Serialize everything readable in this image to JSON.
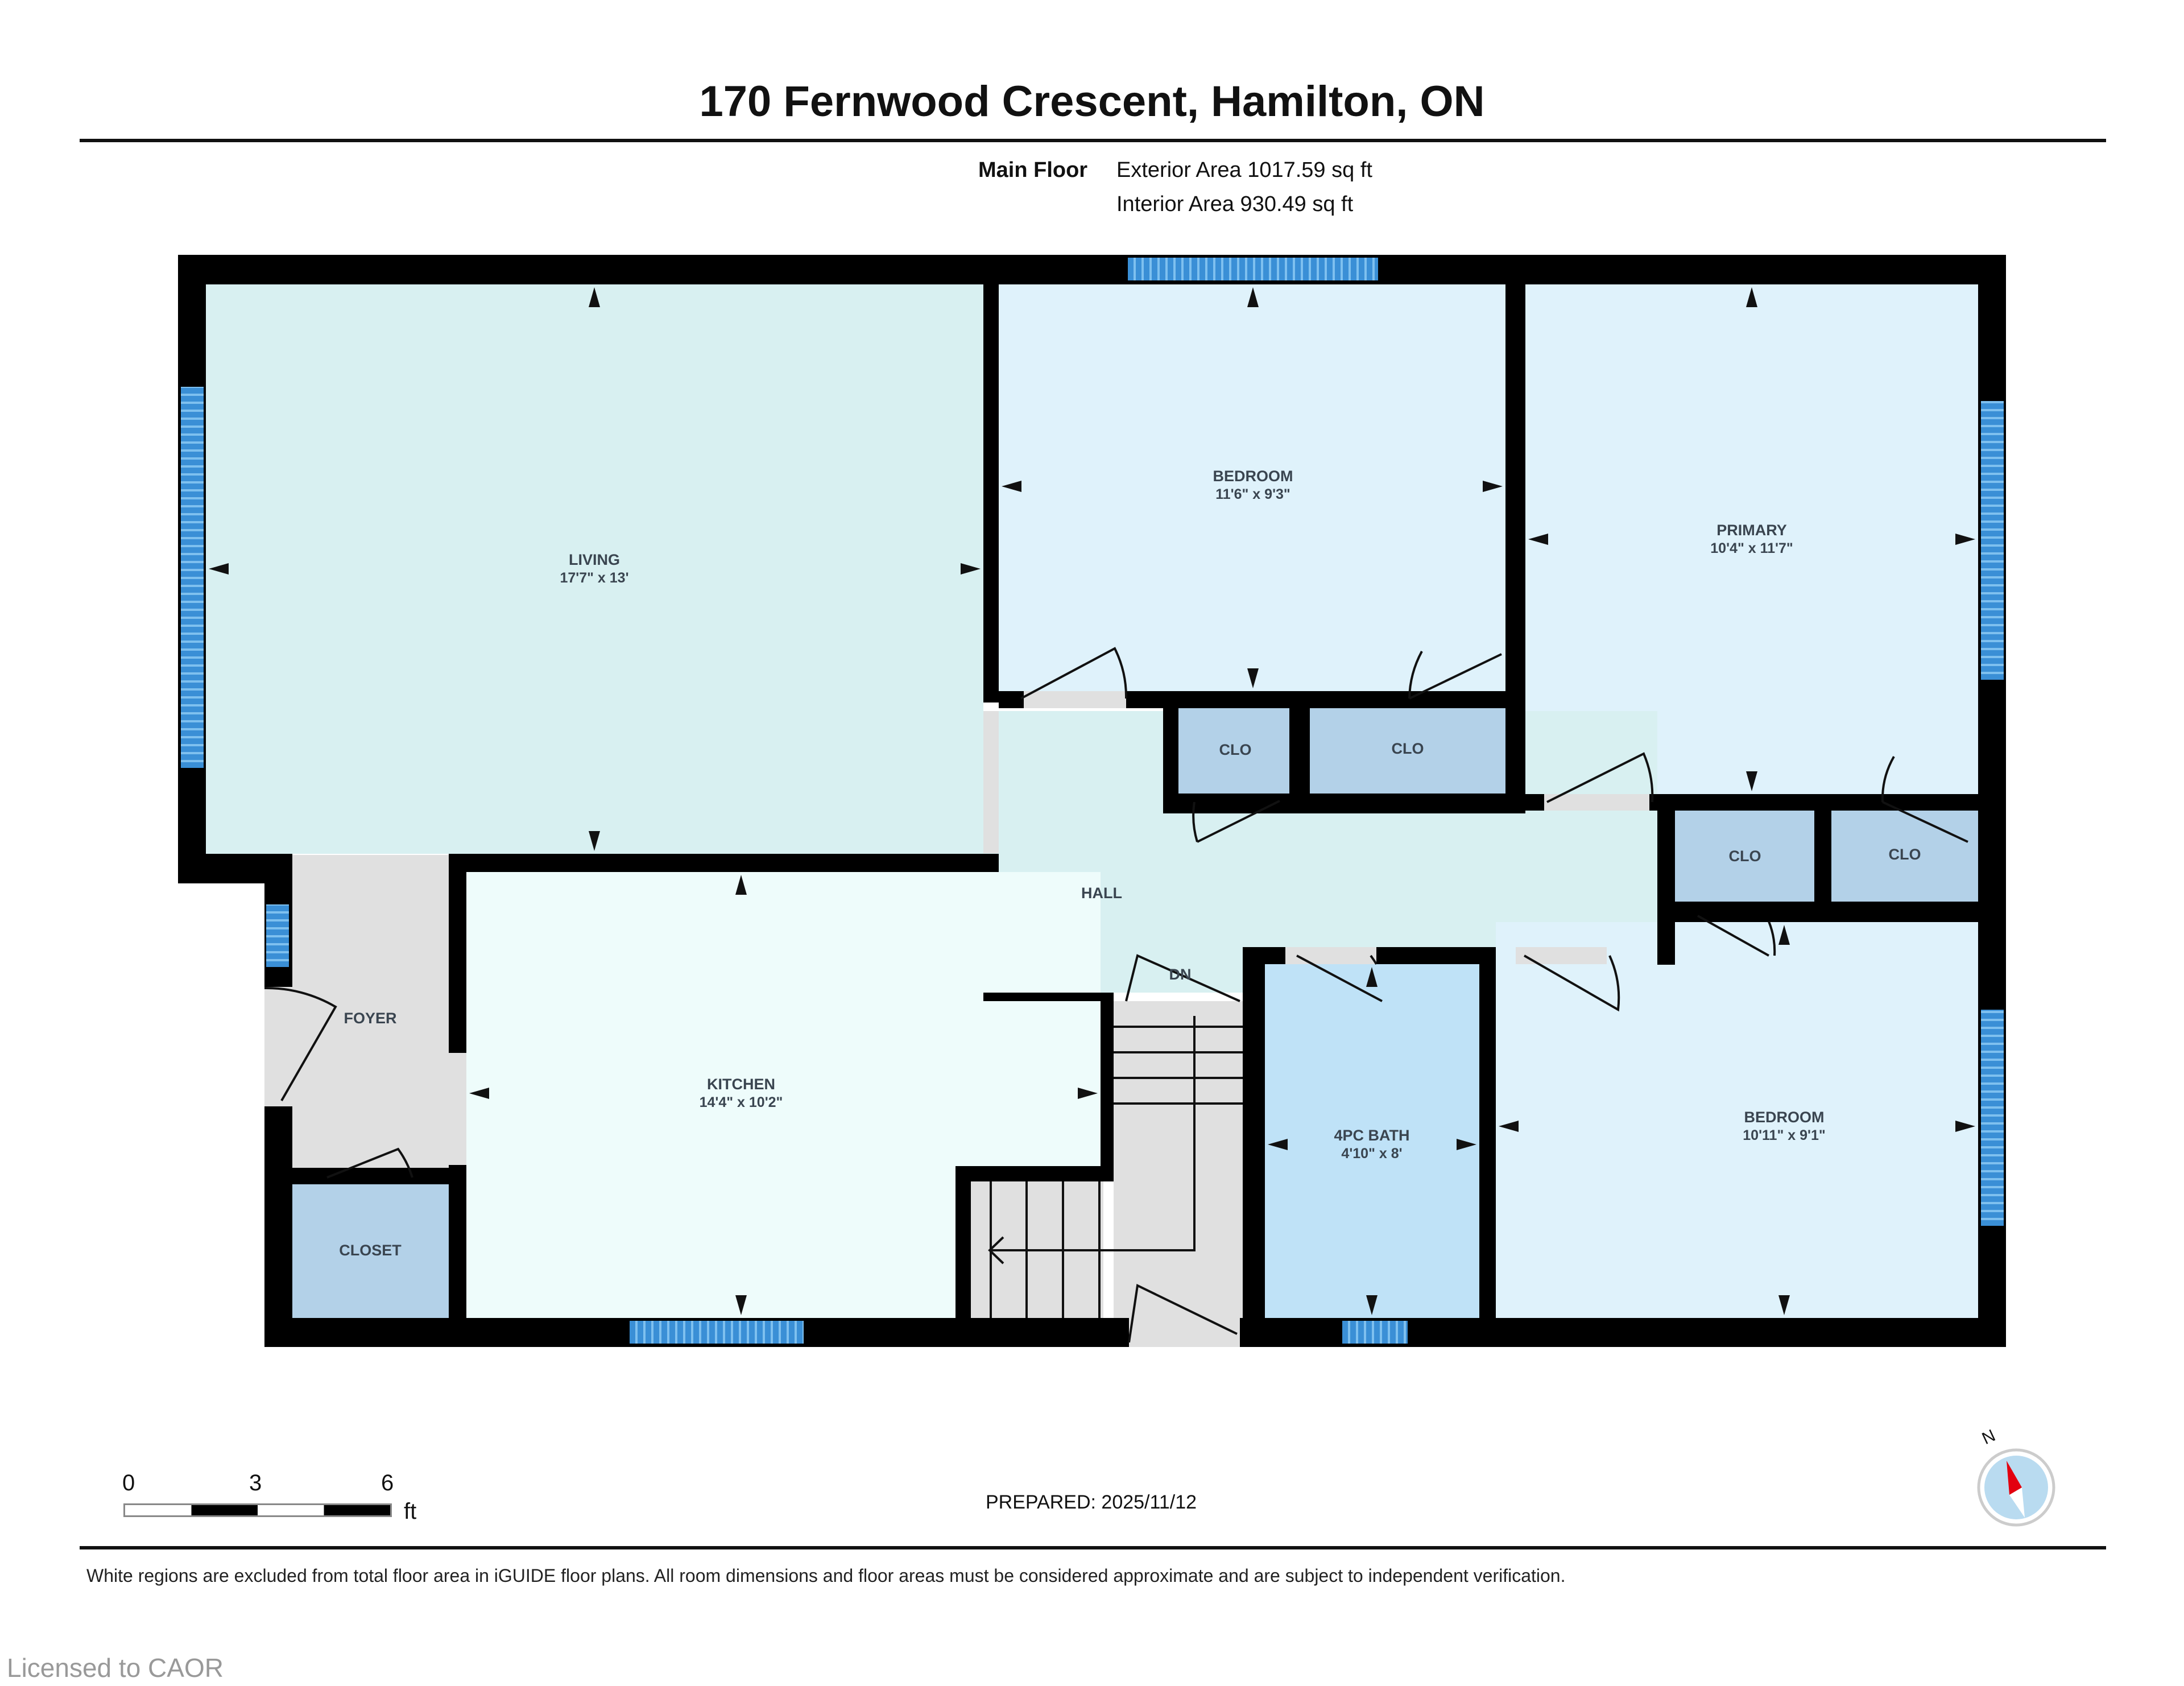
{
  "header": {
    "title": "170 Fernwood Crescent, Hamilton, ON",
    "floor_label": "Main Floor",
    "exterior_area": "Exterior Area 1017.59 sq ft",
    "interior_area": "Interior Area 930.49 sq ft"
  },
  "rooms": {
    "living": {
      "name": "LIVING",
      "dims": "17'7\" x 13'",
      "color": "#d8f0f1"
    },
    "bedroom1": {
      "name": "BEDROOM",
      "dims": "11'6\" x 9'3\"",
      "color": "#dff2fb"
    },
    "primary": {
      "name": "PRIMARY",
      "dims": "10'4\" x 11'7\"",
      "color": "#dff2fb"
    },
    "hall": {
      "name": "HALL",
      "color": "#d8f0f1"
    },
    "clo1": {
      "name": "CLO",
      "color": "#b3d1e8"
    },
    "clo2": {
      "name": "CLO",
      "color": "#b3d1e8"
    },
    "clo3": {
      "name": "CLO",
      "color": "#b3d1e8"
    },
    "clo4": {
      "name": "CLO",
      "color": "#b3d1e8"
    },
    "foyer": {
      "name": "FOYER",
      "color": "#e0e0e0"
    },
    "closet": {
      "name": "CLOSET",
      "color": "#b3d1e8"
    },
    "kitchen": {
      "name": "KITCHEN",
      "dims": "14'4\" x 10'2\"",
      "color": "#eefcfb"
    },
    "bath": {
      "name": "4PC BATH",
      "dims": "4'10\" x 8'",
      "color": "#bfe2f7"
    },
    "bedroom2": {
      "name": "BEDROOM",
      "dims": "10'11\" x 9'1\"",
      "color": "#dff2fb"
    },
    "stairs": {
      "label": "DN",
      "color": "#e0e0e0"
    }
  },
  "scale_bar": {
    "ticks": [
      "0",
      "3",
      "6"
    ],
    "unit": "ft"
  },
  "prepared": "PREPARED: 2025/11/12",
  "compass": {
    "label": "N",
    "needle_color": "#e3000f",
    "dial_color": "#b9dbf0"
  },
  "disclaimer": "White regions are excluded from total floor area in iGUIDE floor plans. All room dimensions and floor areas must be considered approximate and are subject to independent verification.",
  "license": "Licensed to CAOR"
}
